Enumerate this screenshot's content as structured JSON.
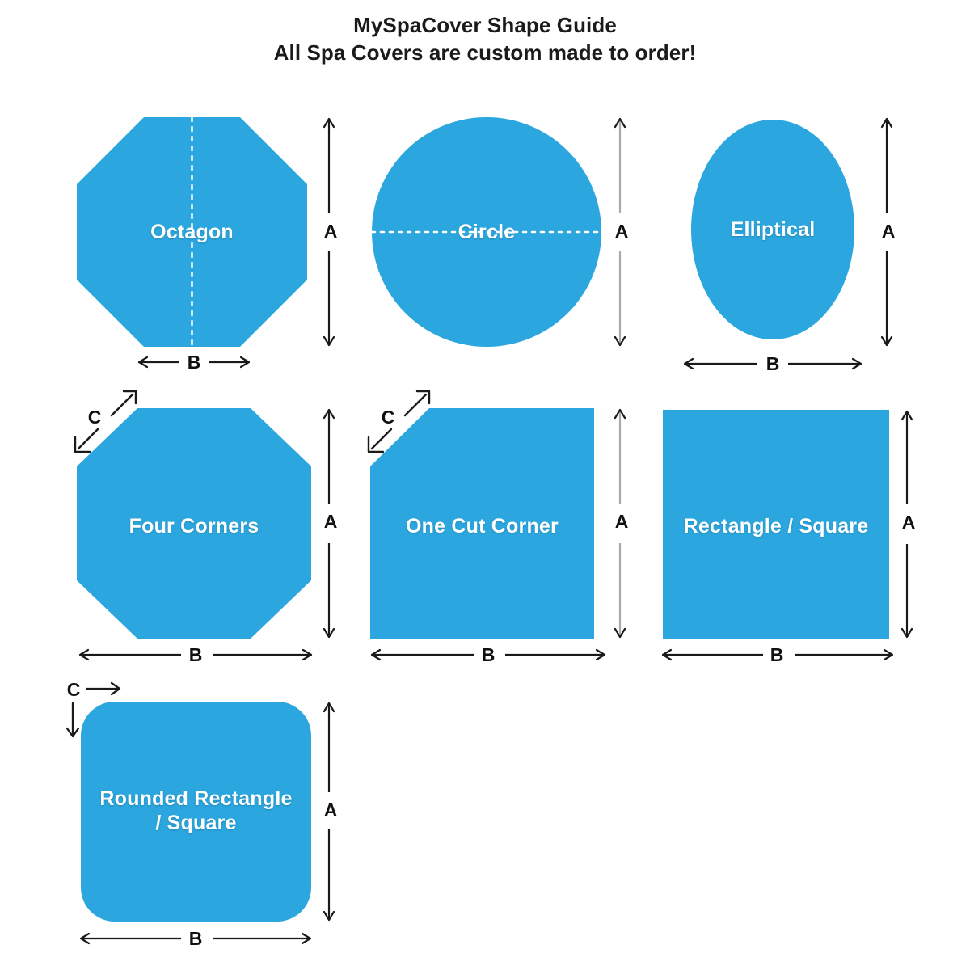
{
  "header": {
    "line1": "MySpaCover Shape Guide",
    "line2": "All Spa Covers are custom made to order!"
  },
  "colors": {
    "shape_fill": "#2BA6DE",
    "shape_label": "#FFFFFF",
    "dimension_line_dark": "#1A1A1A",
    "dimension_line_light": "#A8A8A8",
    "background": "#FFFFFF",
    "title_text": "#1B1B1B"
  },
  "dimension_keys": {
    "a": "A",
    "b": "B",
    "c": "C"
  },
  "shapes": [
    {
      "id": "octagon",
      "label": "Octagon",
      "dim_a": "A",
      "dim_b": "B",
      "dim_c": null,
      "has_center_guide": true,
      "guide_orientation": "vertical"
    },
    {
      "id": "circle",
      "label": "Circle",
      "dim_a": "A",
      "dim_b": null,
      "dim_c": null,
      "has_center_guide": true,
      "guide_orientation": "horizontal"
    },
    {
      "id": "elliptical",
      "label": "Elliptical",
      "dim_a": "A",
      "dim_b": "B",
      "dim_c": null,
      "has_center_guide": false,
      "guide_orientation": null
    },
    {
      "id": "four-corners",
      "label": "Four Corners",
      "dim_a": "A",
      "dim_b": "B",
      "dim_c": "C",
      "has_center_guide": false,
      "guide_orientation": null
    },
    {
      "id": "one-cut-corner",
      "label": "One Cut Corner",
      "dim_a": "A",
      "dim_b": "B",
      "dim_c": "C",
      "has_center_guide": false,
      "guide_orientation": null
    },
    {
      "id": "rectangle-square",
      "label": "Rectangle / Square",
      "dim_a": "A",
      "dim_b": "B",
      "dim_c": null,
      "has_center_guide": false,
      "guide_orientation": null
    },
    {
      "id": "rounded-rectangle-square",
      "label": "Rounded Rectangle / Square",
      "label_line1": "Rounded Rectangle",
      "label_line2": "/ Square",
      "dim_a": "A",
      "dim_b": "B",
      "dim_c": "C",
      "has_center_guide": false,
      "guide_orientation": null
    }
  ]
}
